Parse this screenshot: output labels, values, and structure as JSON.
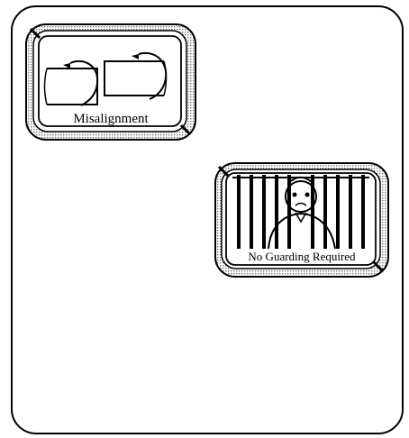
{
  "tiles": [
    {
      "id": "misalignment",
      "caption": "Misalignment",
      "icon": "misaligned-shafts-icon"
    },
    {
      "id": "no-guarding",
      "caption": "No Guarding Required",
      "icon": "caged-person-icon"
    }
  ]
}
